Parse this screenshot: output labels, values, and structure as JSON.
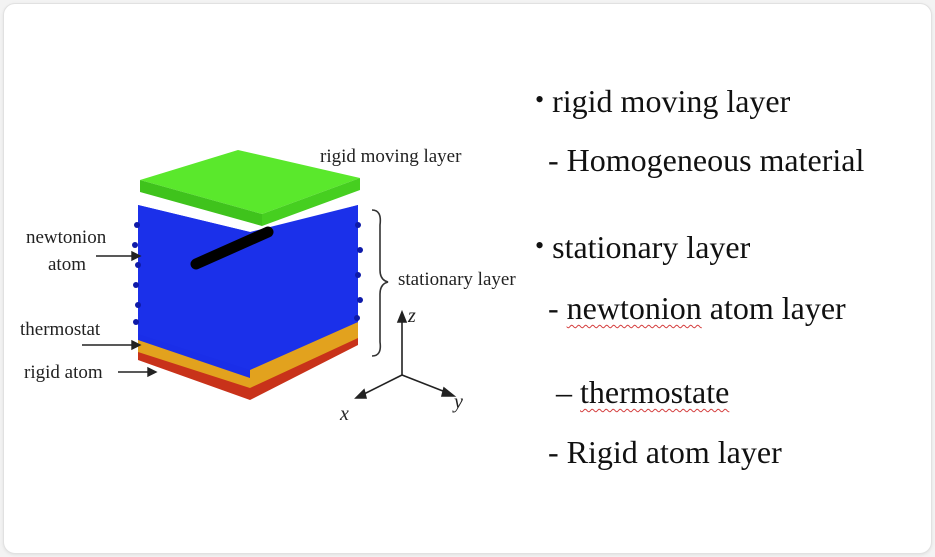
{
  "diagram": {
    "labels": {
      "rigid_moving_layer": "rigid moving layer",
      "newtonion_line1": "newtonion",
      "newtonion_line2": "atom",
      "stationary_layer": "stationary layer",
      "thermostat": "thermostat",
      "rigid_atom": "rigid atom"
    },
    "axes": {
      "z": "z",
      "y": "y",
      "x": "x"
    },
    "colors": {
      "rigid_moving": "#57e52a",
      "newtonion": "#1a2ee8",
      "thermostat": "#e0a81a",
      "rigid_atom": "#d42a12",
      "tool": "#000000"
    }
  },
  "notes": {
    "bullet": "•",
    "item1": {
      "title": "rigid moving layer",
      "sub": "- Homogeneous material"
    },
    "item2": {
      "title": "stationary layer",
      "sub1_dash": "- ",
      "sub1_word": "newtonion",
      "sub1_rest": " atom layer",
      "sub2_dash": "– ",
      "sub2_word": "thermostate",
      "sub3": "- Rigid atom layer"
    }
  }
}
